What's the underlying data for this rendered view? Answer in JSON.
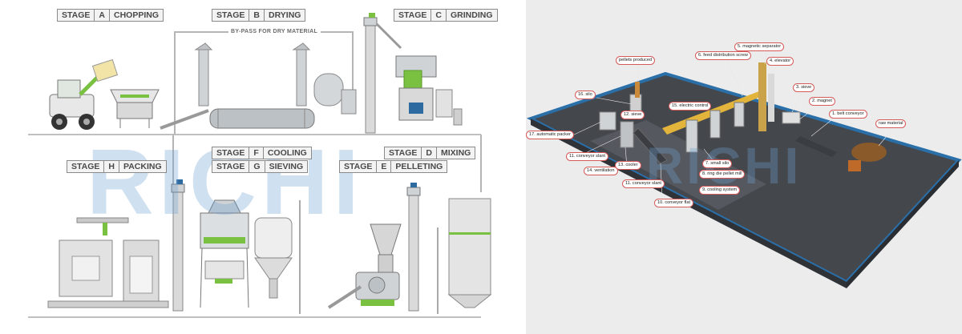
{
  "left_panel": {
    "stages": [
      {
        "word": "STAGE",
        "letter": "A",
        "name": "CHOPPING"
      },
      {
        "word": "STAGE",
        "letter": "B",
        "name": "DRYING"
      },
      {
        "word": "STAGE",
        "letter": "C",
        "name": "GRINDING"
      },
      {
        "word": "STAGE",
        "letter": "F",
        "name": "COOLING"
      },
      {
        "word": "STAGE",
        "letter": "G",
        "name": "SIEVING"
      },
      {
        "word": "STAGE",
        "letter": "D",
        "name": "MIXING"
      },
      {
        "word": "STAGE",
        "letter": "H",
        "name": "PACKING"
      },
      {
        "word": "STAGE",
        "letter": "E",
        "name": "PELLETING"
      }
    ],
    "bypass_label": "BY-PASS FOR DRY MATERIAL",
    "watermark": "RICHI"
  },
  "right_panel": {
    "callouts": [
      "pellets produced",
      "5. magnetic separator",
      "6. feed distribution screw",
      "4. elevator",
      "3. sieve",
      "16. silo",
      "2. magnet",
      "15. electric control",
      "12. sieve",
      "1. belt conveyor",
      "raw material",
      "17. automatic packer",
      "11. conveyor slant",
      "13. cooler",
      "7. small silo",
      "8. ring die pellet mill",
      "14. ventilation",
      "11. conveyor slant",
      "9. cooling system",
      "10. conveyor flat"
    ],
    "watermark": "RICHI"
  },
  "colors": {
    "accent_green": "#7ac142",
    "machine_grey": "#cfd3d6",
    "floor": "#4a4d52",
    "frame_blue": "#2b6fa8",
    "callout_border": "#d65a5a",
    "watermark": "#6ea0d2"
  }
}
